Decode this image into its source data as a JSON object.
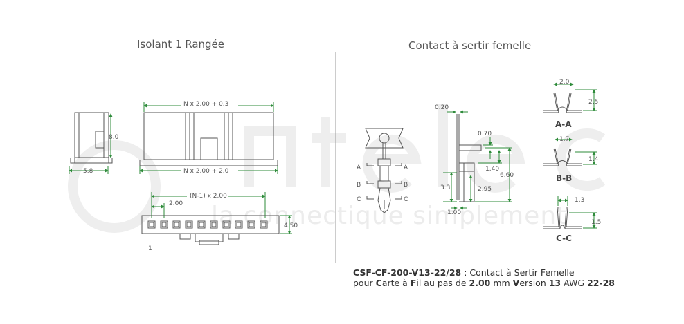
{
  "titles": {
    "left": "Isolant 1 Rangée",
    "right": "Contact à sertir femelle"
  },
  "watermark": {
    "tagline": "la connectique simplement"
  },
  "dimensions": {
    "n_x_2_03": "N x 2.00 + 0.3",
    "n_x_2_20": "N x 2.00 + 2.0",
    "h_80": "8.0",
    "w_58": "5.8",
    "n1_x_2": "(N-1) x 2.00",
    "pitch": "2.00",
    "h_450": "4.50",
    "pin_one": "1",
    "t_020": "0.20",
    "h_070": "0.70",
    "h_140": "1.40",
    "h_660": "6.60",
    "h_33": "3.3",
    "h_295": "2.95",
    "w_100": "1.00",
    "aa_w": "2.0",
    "aa_h": "2.5",
    "bb_w": "1.7",
    "bb_h": "1.4",
    "cc_w": "1.3",
    "cc_h": "1.5"
  },
  "section_labels": {
    "a": "A",
    "b": "B",
    "c": "C",
    "aa": "A-A",
    "bb": "B-B",
    "cc": "C-C"
  },
  "caption": {
    "line1_code": "CSF-CF-200-V13-22/28",
    "line1_text": " : Contact à Sertir Femelle",
    "line2_a": "pour ",
    "line2_b": "C",
    "line2_c": "arte à ",
    "line2_d": "F",
    "line2_e": "il au pas de ",
    "line2_f": "2.00",
    "line2_g": " mm ",
    "line2_h": "V",
    "line2_i": "ersion ",
    "line2_j": "13",
    "line2_k": " AWG ",
    "line2_l": "22-28"
  },
  "colors": {
    "dimension": "#2e8b3a",
    "line": "#555555",
    "divider": "#999999",
    "watermark": "#ececec"
  }
}
